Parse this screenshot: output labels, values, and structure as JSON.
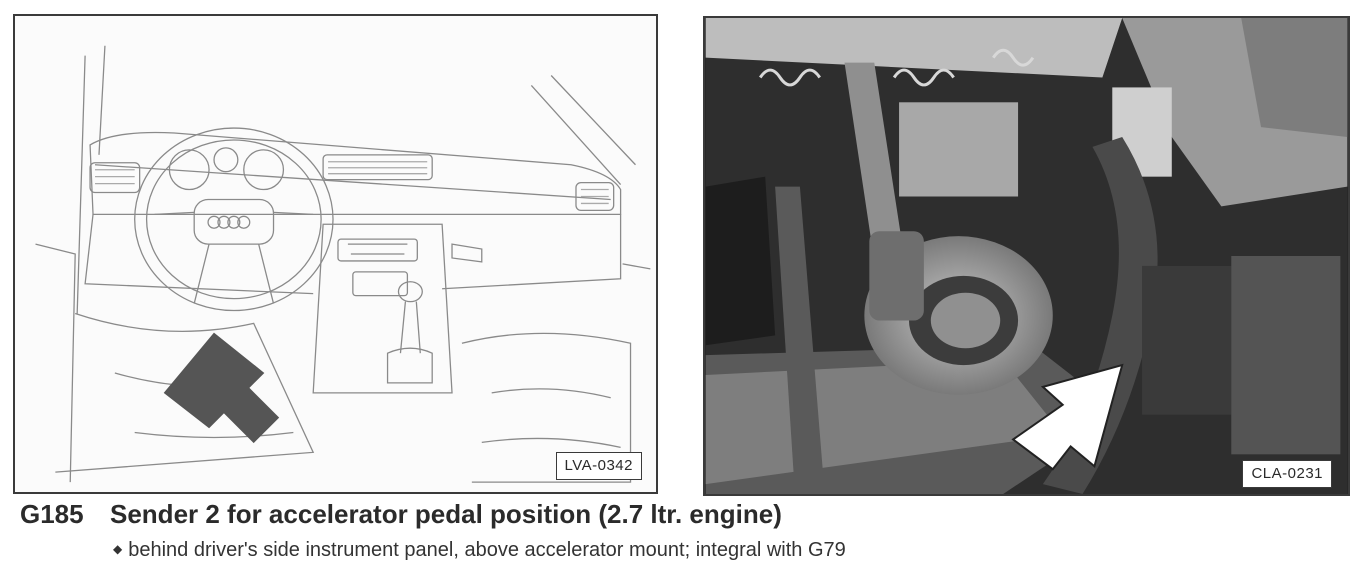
{
  "figures": [
    {
      "ref": "LVA-0342",
      "kind": "line-drawing",
      "subject": "dashboard-interior"
    },
    {
      "ref": "CLA-0231",
      "kind": "photo",
      "subject": "accelerator-pedal-area"
    }
  ],
  "component": {
    "code": "G185",
    "title": "Sender 2 for accelerator pedal position (2.7 ltr. engine)",
    "bullet_icon": "diamond",
    "location": "behind driver's side instrument panel, above accelerator mount; integral with G79"
  },
  "colors": {
    "ink": "#2b2b2b",
    "arrow_left": "#555555",
    "arrow_right": "#ffffff",
    "photo_dark": "#262626"
  }
}
